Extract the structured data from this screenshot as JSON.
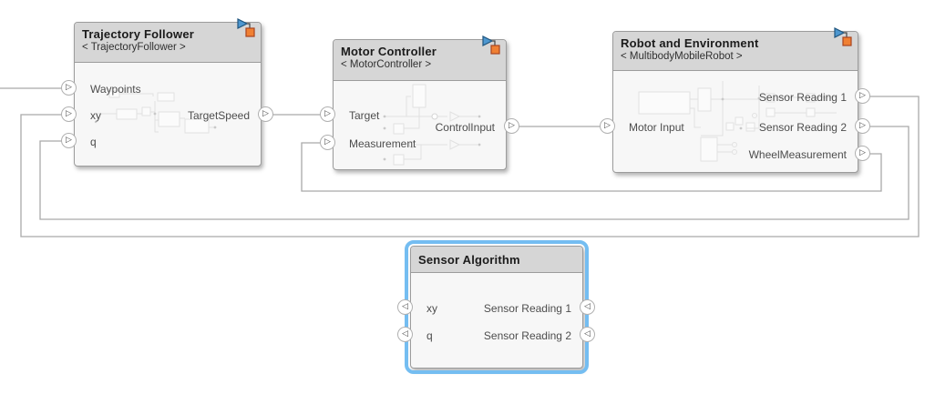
{
  "icons": {
    "port_arrow_right": "▷",
    "port_arrow_left": "◁"
  },
  "colors": {
    "selection_blue": "#74bdf1",
    "block_header_gray": "#d6d6d6",
    "block_body_gray": "#f7f7f7",
    "wire_gray": "#a9a9a9",
    "badge_blue": "#4d97d0",
    "badge_orange": "#f08033"
  },
  "blocks": [
    {
      "title": "Trajectory Follower",
      "subtitle": "< TrajectoryFollower >",
      "inputs": [
        "Waypoints",
        "xy",
        "q"
      ],
      "outputs": [
        "TargetSpeed"
      ]
    },
    {
      "title": "Motor Controller",
      "subtitle": "< MotorController >",
      "inputs": [
        "Target",
        "Measurement"
      ],
      "outputs": [
        "ControlInput"
      ]
    },
    {
      "title": "Robot and Environment",
      "subtitle": "< MultibodyMobileRobot >",
      "inputs": [
        "Motor Input"
      ],
      "outputs": [
        "Sensor Reading 1",
        "Sensor Reading 2",
        "WheelMeasurement"
      ]
    },
    {
      "title": "Sensor Algorithm",
      "subtitle": "",
      "inputs": [
        "xy",
        "q"
      ],
      "outputs": [
        "Sensor Reading 1",
        "Sensor Reading 2"
      ]
    }
  ]
}
